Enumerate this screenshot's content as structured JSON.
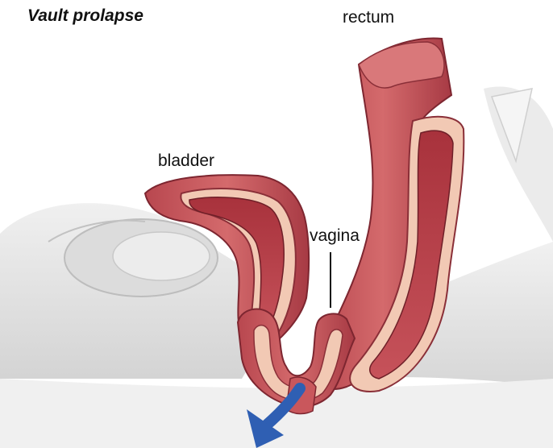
{
  "title": "Vault prolapse",
  "labels": {
    "rectum": "rectum",
    "bladder": "bladder",
    "vagina": "vagina"
  },
  "colors": {
    "muscle": "#c9575c",
    "muscle_dark": "#9c2f38",
    "mucosa": "#f2c9b4",
    "pelvic_gray": "#d9d9d9",
    "arrow": "#2f5fb3"
  },
  "icons": {
    "arrow": "prolapse-direction-arrow-icon"
  }
}
